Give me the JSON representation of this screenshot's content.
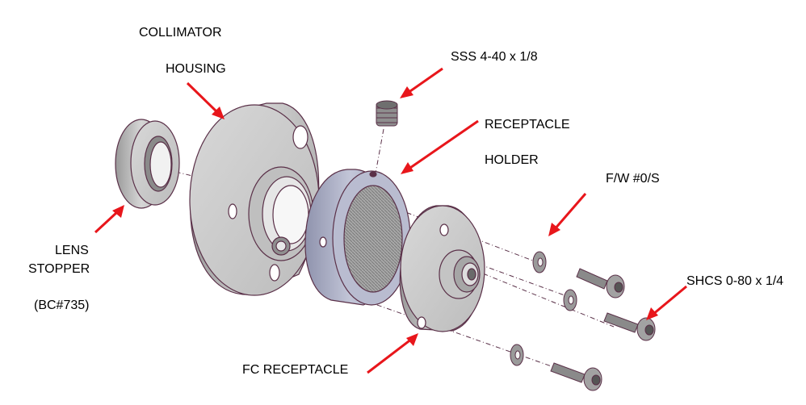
{
  "labels": {
    "collimator": "COLLIMATOR",
    "housing": "HOUSING",
    "sss": "SSS 4-40 x 1/8",
    "receptacle": "RECEPTACLE",
    "holder": "HOLDER",
    "fw": "F/W #0/S",
    "lens": "LENS",
    "stopper": "STOPPER",
    "bc": "(BC#735)",
    "shcs": "SHCS 0-80 x 1/4",
    "fc_receptacle": "FC RECEPTACLE"
  },
  "colors": {
    "arrow": "#e8161b",
    "outline": "#5a3048",
    "metal": "#c9c9c9",
    "holder_metal": "#a9adc4"
  }
}
